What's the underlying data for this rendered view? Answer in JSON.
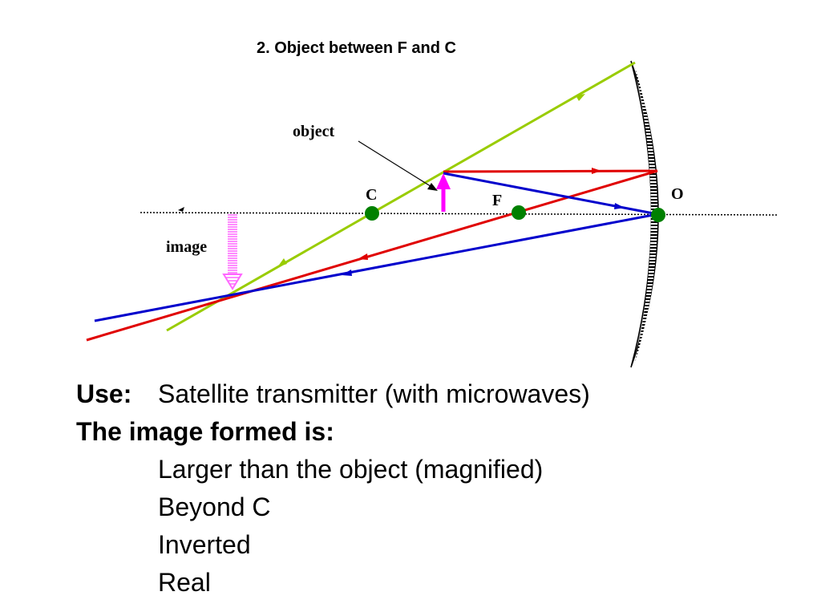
{
  "title": "2. Object between F and C",
  "labels": {
    "object": "object",
    "image": "image",
    "c": "C",
    "f": "F",
    "o": "O"
  },
  "colors": {
    "green_ray": "#99cc00",
    "red_ray": "#e00000",
    "blue_ray": "#0000cc",
    "object_arrow": "#ff00ff",
    "point": "#008000",
    "axis": "#000000"
  },
  "text": {
    "use_label": "Use:",
    "use_value": "Satellite transmitter (with microwaves)",
    "image_heading": "The image formed is:",
    "properties": [
      "Larger than the object  (magnified)",
      "Beyond C",
      "Inverted",
      "Real"
    ]
  }
}
